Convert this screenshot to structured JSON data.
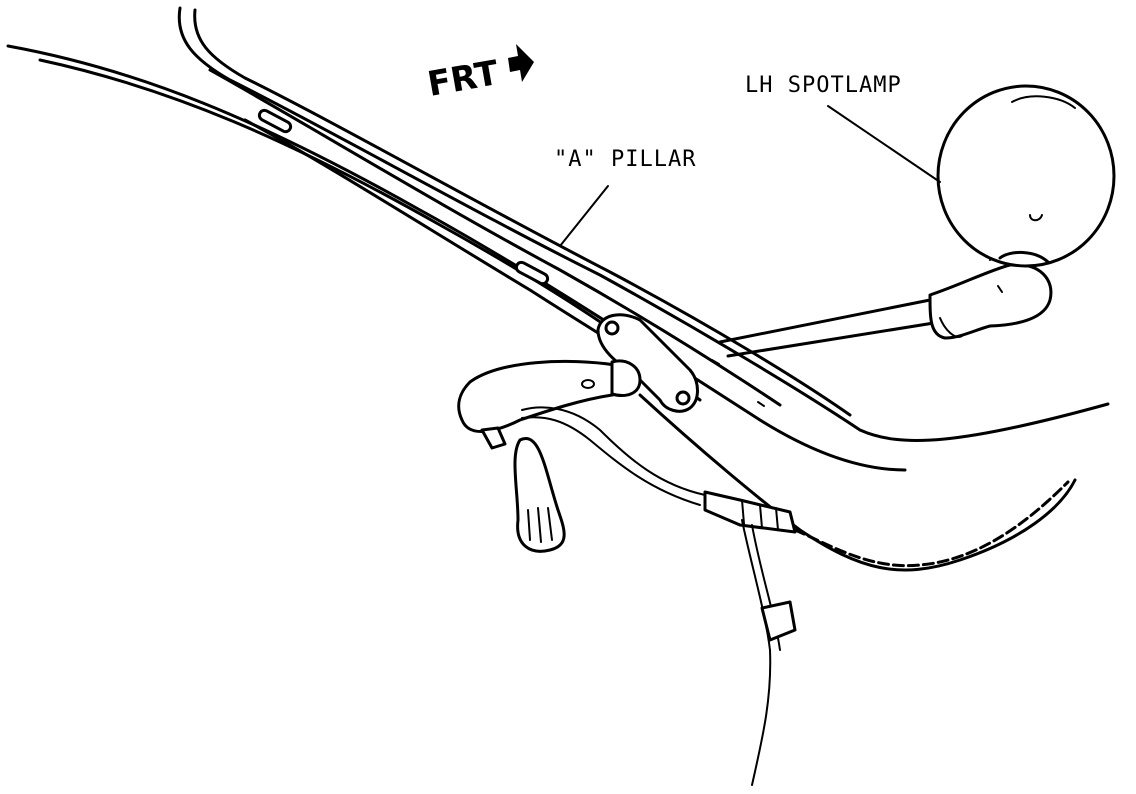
{
  "labels": {
    "direction": "FRT",
    "pillar": "\"A\" PILLAR",
    "spotlamp": "LH SPOTLAMP"
  },
  "icons": {
    "direction_arrow": "arrow-right-icon"
  }
}
